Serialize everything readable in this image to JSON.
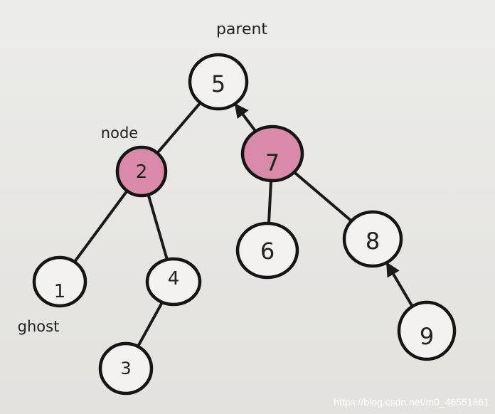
{
  "annotations": {
    "parent": "parent",
    "node": "node",
    "ghost": "ghost"
  },
  "nodes": [
    {
      "id": "n5",
      "label": "5",
      "highlighted": false
    },
    {
      "id": "n2",
      "label": "2",
      "highlighted": true
    },
    {
      "id": "n7",
      "label": "7",
      "highlighted": true
    },
    {
      "id": "n1",
      "label": "1",
      "highlighted": false
    },
    {
      "id": "n4",
      "label": "4",
      "highlighted": false
    },
    {
      "id": "n6",
      "label": "6",
      "highlighted": false
    },
    {
      "id": "n8",
      "label": "8",
      "highlighted": false
    },
    {
      "id": "n3",
      "label": "3",
      "highlighted": false
    },
    {
      "id": "n9",
      "label": "9",
      "highlighted": false
    }
  ],
  "edges": [
    {
      "from": "n5",
      "to": "n2",
      "arrow": false
    },
    {
      "from": "n7",
      "to": "n5",
      "arrow": true
    },
    {
      "from": "n2",
      "to": "n1",
      "arrow": false
    },
    {
      "from": "n2",
      "to": "n4",
      "arrow": false
    },
    {
      "from": "n4",
      "to": "n3",
      "arrow": false
    },
    {
      "from": "n7",
      "to": "n6",
      "arrow": false
    },
    {
      "from": "n7",
      "to": "n8",
      "arrow": false
    },
    {
      "from": "n9",
      "to": "n8",
      "arrow": true
    }
  ],
  "colors": {
    "highlight_fill": "#d98aa9",
    "node_fill": "#f3f2f0",
    "stroke": "#151515"
  },
  "watermark": "https://blog.csdn.net/m0_46551861"
}
